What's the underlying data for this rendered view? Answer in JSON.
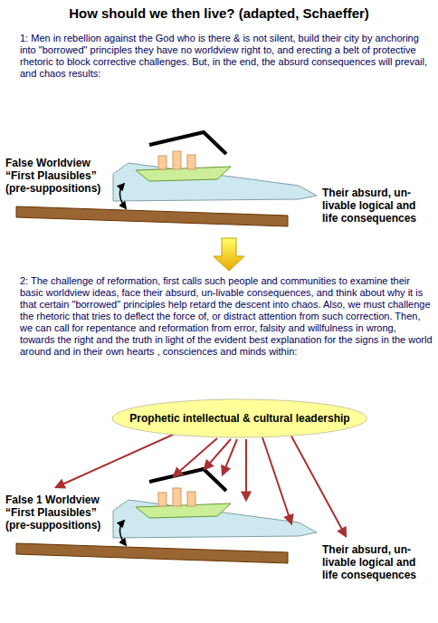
{
  "diagram": {
    "title": "How should we then live? (adapted, Schaeffer)",
    "nodes": [
      {
        "text": [
          "Prophetic intellectual & cultural leadership"
        ]
      }
    ],
    "labels": [
      "1: Men in rebellion against the God who is there & is not silent, build their city by anchoring into \"borrowed\" principles they have no worldview right to, and erecting a belt of protective rhetoric to block corrective challenges. But, in the end, the absurd consequences will prevail, and chaos results:",
      "False Worldview “First Plausibles” (pre-suppositions)",
      "Their absurd, un-livable logical and life consequences",
      "2: The challenge of reformation, first calls such people and communities to examine their basic worldview ideas, face their absurd, un-livable consequences, and think about why it is that certain \"borrowed\" principles help retard the descent into chaos. Also, we must challenge the rhetoric that tries to deflect the force of, or distract attention from such correction. Then, we can call for repentance and reformation from error, falsity and willfulness in wrong, towards the right and the truth in light of the evident best explanation for the signs in the world around and in their own hearts , consciences and minds within:",
      "False 1 Worldview “First Plausibles” (pre-suppositions)",
      "Their absurd, un-livable logical and life consequences"
    ]
  }
}
